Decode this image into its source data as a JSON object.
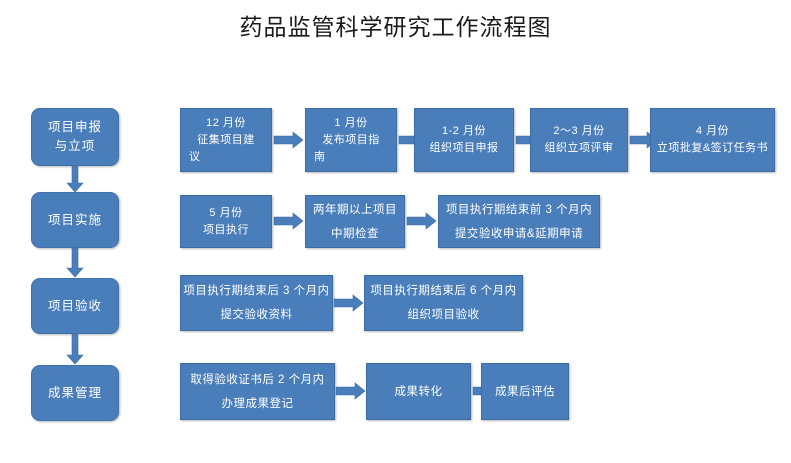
{
  "page": {
    "title": "药品监管科学研究工作流程图",
    "background_color": "#ffffff",
    "box_fill_color": "#4a7ebb",
    "box_border_color": "#3d6da6",
    "box_text_color": "#ffffff",
    "arrow_color": "#4a7ebb",
    "title_color": "#1b1b1b"
  },
  "stages": [
    {
      "id": "stage-1",
      "lines": [
        "项目申报",
        "与立项"
      ]
    },
    {
      "id": "stage-2",
      "lines": [
        "项目实施"
      ]
    },
    {
      "id": "stage-3",
      "lines": [
        "项目验收"
      ]
    },
    {
      "id": "stage-4",
      "lines": [
        "成果管理"
      ]
    }
  ],
  "rows": [
    {
      "id": "row-1",
      "stage": "项目申报与立项",
      "steps": [
        {
          "id": "step-1-1",
          "lines": [
            "12 月份",
            "征集项目建",
            "议"
          ]
        },
        {
          "id": "step-1-2",
          "lines": [
            "1 月份",
            "发布项目指",
            "南"
          ]
        },
        {
          "id": "step-1-3",
          "lines": [
            "1-2 月份",
            "组织项目申报"
          ]
        },
        {
          "id": "step-1-4",
          "lines": [
            "2～3 月份",
            "组织立项评审"
          ]
        },
        {
          "id": "step-1-5",
          "lines": [
            "4 月份",
            "立项批复&签订任务书"
          ]
        }
      ]
    },
    {
      "id": "row-2",
      "stage": "项目实施",
      "steps": [
        {
          "id": "step-2-1",
          "lines": [
            "5 月份",
            "项目执行"
          ]
        },
        {
          "id": "step-2-2",
          "lines": [
            "两年期以上项目",
            "中期检查"
          ]
        },
        {
          "id": "step-2-3",
          "lines": [
            "项目执行期结束前 3 个月内",
            "提交验收申请&延期申请"
          ]
        }
      ]
    },
    {
      "id": "row-3",
      "stage": "项目验收",
      "steps": [
        {
          "id": "step-3-1",
          "lines": [
            "项目执行期结束后 3 个月内",
            "提交验收资料"
          ]
        },
        {
          "id": "step-3-2",
          "lines": [
            "项目执行期结束后 6 个月内",
            "组织项目验收"
          ]
        }
      ]
    },
    {
      "id": "row-4",
      "stage": "成果管理",
      "steps": [
        {
          "id": "step-4-1",
          "lines": [
            "取得验收证书后 2 个月内",
            "办理成果登记"
          ]
        },
        {
          "id": "step-4-2",
          "lines": [
            "成果转化"
          ]
        },
        {
          "id": "step-4-3",
          "lines": [
            "成果后评估"
          ]
        }
      ]
    }
  ],
  "connectors": {
    "vertical_count": 3,
    "horizontal_count": 9,
    "style": "block-arrow"
  }
}
